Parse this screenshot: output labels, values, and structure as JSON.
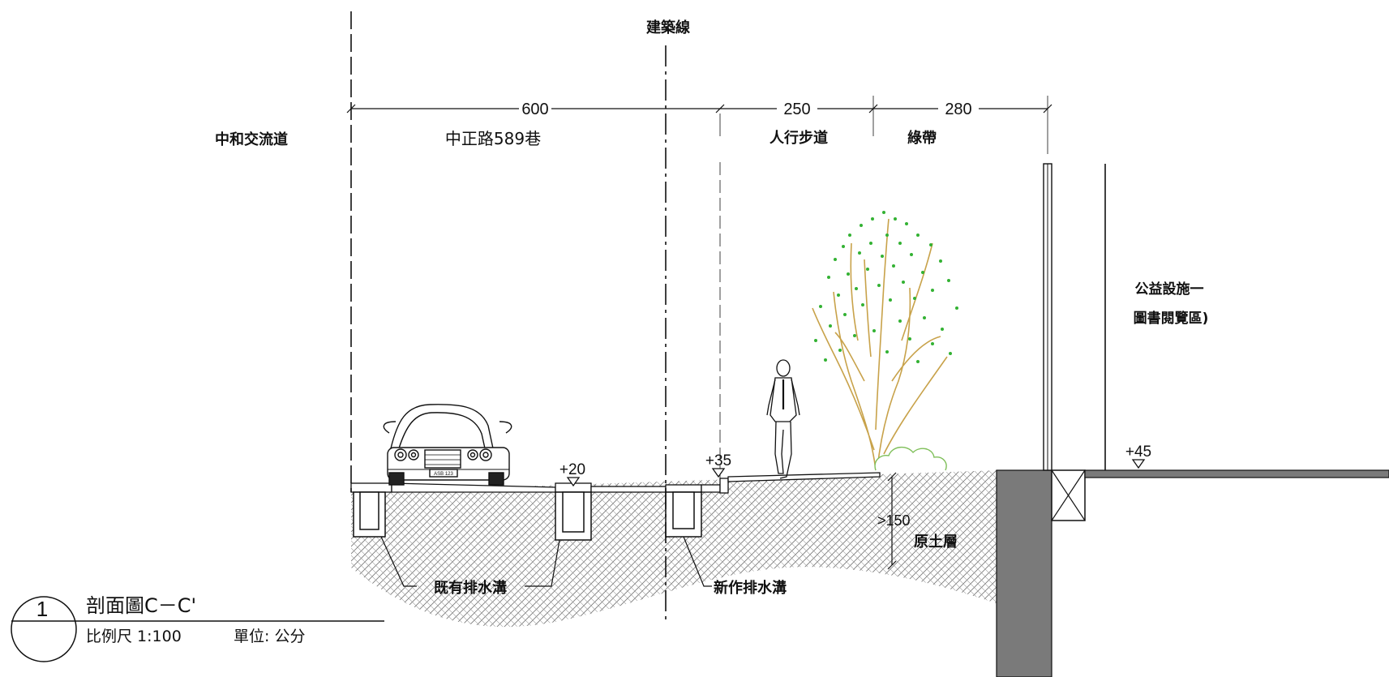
{
  "building_line": "建築線",
  "dimensions": [
    "600",
    "250",
    "280"
  ],
  "zones": {
    "left": "中和交流道",
    "street": "中正路589巷",
    "sidewalk": "人行步道",
    "greenbelt": "綠帶",
    "facility_line1": "公益設施一",
    "facility_line2": "圖書閱覽區)"
  },
  "levels": [
    "+20",
    "+35",
    "+45"
  ],
  "annotations": {
    "soil_depth": ">150",
    "soil": "原土層",
    "existing_drain": "既有排水溝",
    "new_drain": "新作排水溝",
    "plate": "ASB 123"
  },
  "title_block": {
    "number": "1",
    "title": "剖面圖C－C'",
    "scale": "比例尺 1:100",
    "unit": "單位: 公分"
  }
}
